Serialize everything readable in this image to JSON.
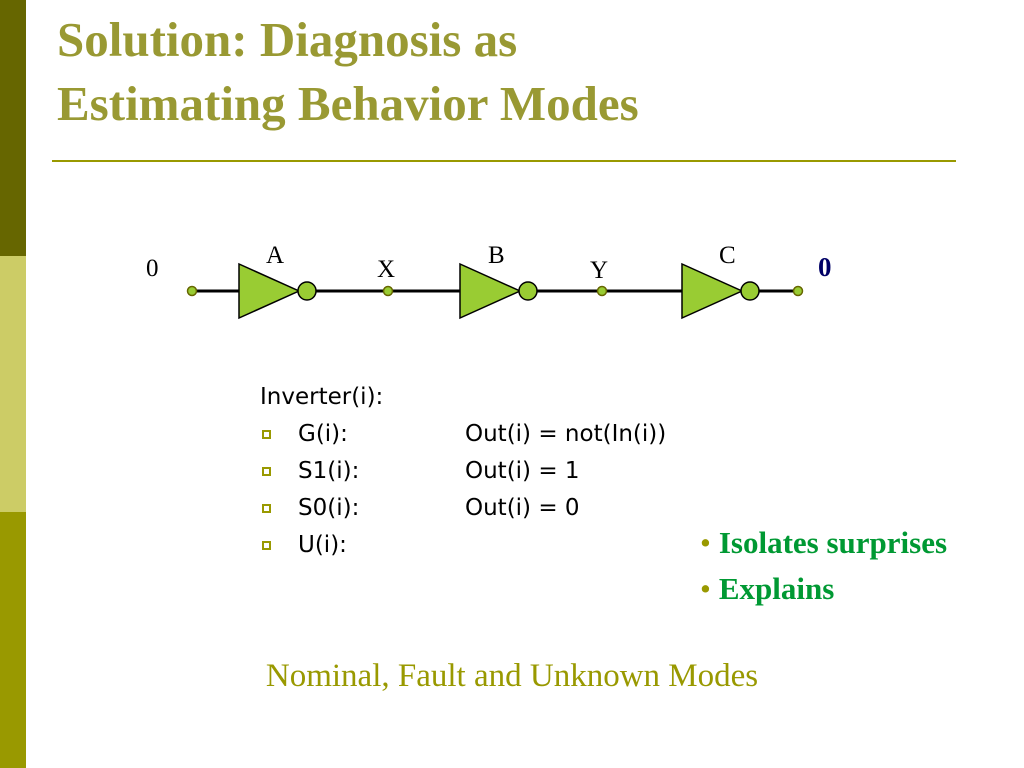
{
  "slide": {
    "title_line1": "Solution: Diagnosis as",
    "title_line2": "Estimating Behavior Modes",
    "caption": "Nominal, Fault and Unknown Modes"
  },
  "circuit": {
    "input_value": "0",
    "output_value": "0",
    "gates": [
      "A",
      "B",
      "C"
    ],
    "wires": [
      "X",
      "Y"
    ],
    "gate_fill": "#99cc33"
  },
  "modes": {
    "heading": "Inverter(i):",
    "items": [
      {
        "name": "G(i):",
        "def": "Out(i) = not(In(i))"
      },
      {
        "name": "S1(i):",
        "def": "Out(i) = 1"
      },
      {
        "name": "S0(i):",
        "def": "Out(i) = 0"
      },
      {
        "name": "U(i):",
        "def": ""
      }
    ]
  },
  "points": [
    "Isolates surprises",
    "Explains"
  ],
  "colors": {
    "title": "#999933",
    "accent": "#999900",
    "points": "#009933",
    "output_value": "#000066"
  }
}
